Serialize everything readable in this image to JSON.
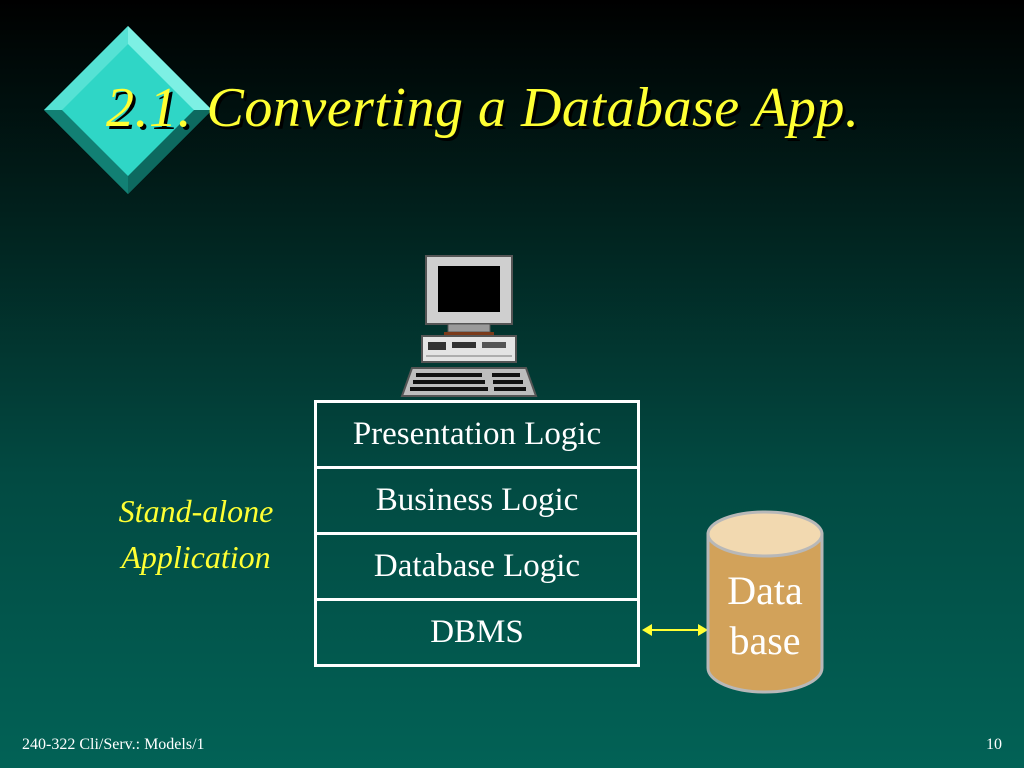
{
  "slide": {
    "title": "2.1.  Converting a Database App.",
    "standalone_label_line1": "Stand-alone",
    "standalone_label_line2": "Application",
    "layers": [
      {
        "label": "Presentation Logic"
      },
      {
        "label": "Business Logic"
      },
      {
        "label": "Database Logic"
      },
      {
        "label": "DBMS"
      }
    ],
    "database_line1": "Data",
    "database_line2": "base",
    "footer_left": "240-322 Cli/Serv.: Models/1",
    "page_number": "10"
  },
  "colors": {
    "title": "#ffff33",
    "bullet_diamond": "#2fd6c6",
    "database": "#d2a25a",
    "connector": "#ffff33"
  },
  "icons": [
    "diamond-bullet-icon",
    "computer-icon",
    "database-cylinder-icon",
    "double-arrow-icon"
  ]
}
